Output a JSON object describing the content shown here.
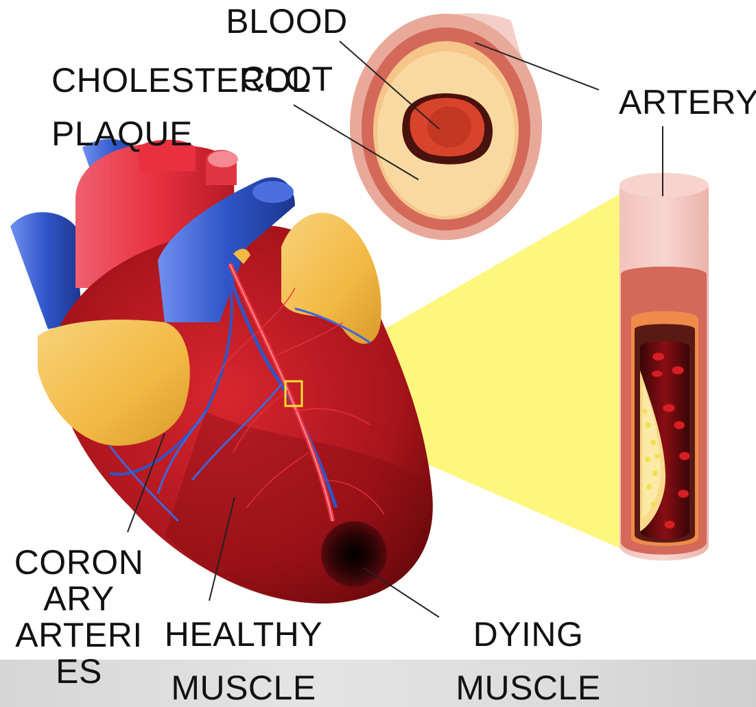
{
  "labels": {
    "blood_clot": [
      "BLOOD",
      "CLOT"
    ],
    "cholesterol_plaque": [
      "CHOLESTEROL",
      "PLAQUE"
    ],
    "artery": "ARTERY",
    "coronary_arteries": [
      "CORON",
      "ARY",
      "ARTERI",
      "ES"
    ],
    "healthy_muscle": [
      "HEALTHY",
      "MUSCLE"
    ],
    "dying_muscle": [
      "DYING",
      "MUSCLE"
    ]
  },
  "colors": {
    "heart_red": "#c8202a",
    "heart_dark": "#7a0c10",
    "vessel_blue": "#2f55c8",
    "fat_yellow": "#f3c04a",
    "artery_wall": "#e9a99a",
    "highlight_yellow": "#fff35a",
    "clot_red": "#d8432b"
  },
  "icons": [
    "heart-illustration",
    "artery-cross-section",
    "artery-longitudinal-section",
    "magnify-callout"
  ]
}
